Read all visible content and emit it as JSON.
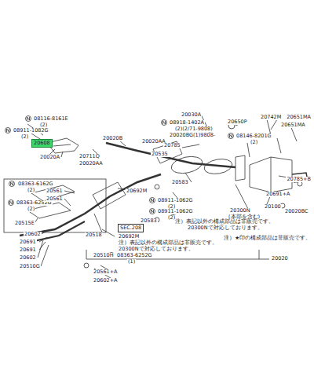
{
  "diagram": {
    "nodes": [
      {
        "text": [
          "20608"
        ]
      },
      {
        "text": [
          "SEC.208"
        ]
      }
    ],
    "labels": [
      "08116-8161E",
      "(2)",
      "08911-1082G",
      "(2)",
      "20020A",
      "20711Q",
      "20020AA",
      "20020B",
      "20030A",
      "08918-1402A",
      "(2)(2/71-9808)",
      "20020BG(1)9808-",
      "20020AA",
      "20785",
      "20650P",
      "20742M",
      "20651MA",
      "08146-8201G",
      "(2)",
      "20651MA",
      "20535",
      "20583",
      "20692M",
      "08911-1062G",
      "(2)",
      "08911-1062G",
      "(2)",
      "20583",
      "20300N",
      "(本部を含む)",
      "20691+A",
      "20785+B",
      "20100",
      "20020BC",
      "注）★印の構成部品は非販売です。",
      "08363-6162G",
      "(2)",
      "20561",
      "08363-6252G",
      "(2)",
      "20561",
      "20515E",
      "20518",
      "20602",
      "20691",
      "20691",
      "20602",
      "20510G",
      "20692M",
      "注）表記以外の構成部品は非販売です。",
      "20300Nで対応しております。",
      "20510H",
      "08363-6252G",
      "(1)",
      "20561+A",
      "20602+A",
      "20020",
      "注）表記以外の構成部品は非販売です。",
      "20300Nで対応しております。"
    ]
  }
}
